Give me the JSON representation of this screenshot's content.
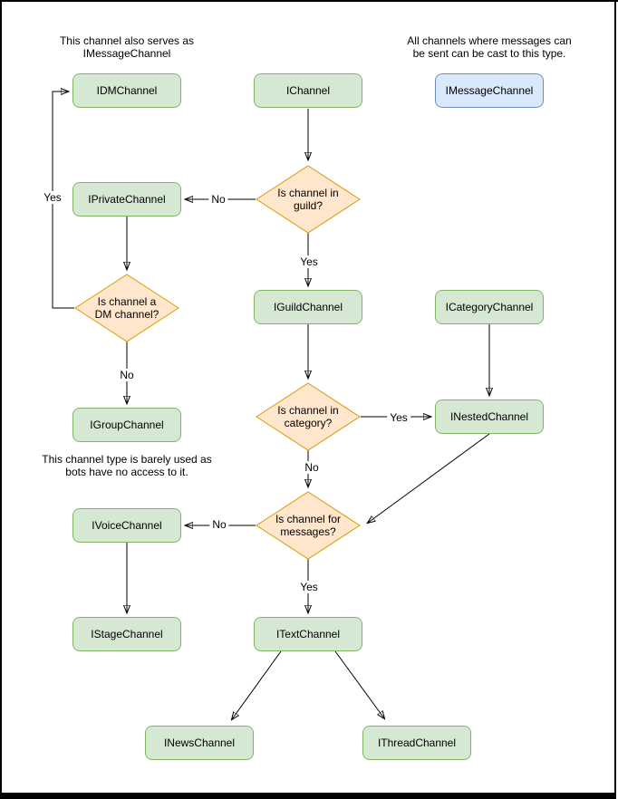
{
  "colors": {
    "node_green_fill": "#d5e8d4",
    "node_green_stroke": "#82b366",
    "node_blue_fill": "#dae8fc",
    "node_blue_stroke": "#6c8ebf",
    "decision_fill": "#ffe6cc",
    "decision_stroke": "#d79b00",
    "edge_color": "#000000"
  },
  "nodes": {
    "idm": {
      "label": "IDMChannel"
    },
    "ichannel": {
      "label": "IChannel"
    },
    "imessage": {
      "label": "IMessageChannel"
    },
    "iprivate": {
      "label": "IPrivateChannel"
    },
    "iguild": {
      "label": "IGuildChannel"
    },
    "icategory": {
      "label": "ICategoryChannel"
    },
    "igroup": {
      "label": "IGroupChannel"
    },
    "inested": {
      "label": "INestedChannel"
    },
    "ivoice": {
      "label": "IVoiceChannel"
    },
    "istage": {
      "label": "IStageChannel"
    },
    "itext": {
      "label": "ITextChannel"
    },
    "inews": {
      "label": "INewsChannel"
    },
    "ithread": {
      "label": "IThreadChannel"
    }
  },
  "decisions": {
    "in_guild": {
      "label": "Is channel in guild?"
    },
    "is_dm": {
      "label": "Is channel a DM channel?"
    },
    "in_category": {
      "label": "Is channel in category?"
    },
    "for_messages": {
      "label": "Is channel for messages?"
    }
  },
  "notes": {
    "dm_note": {
      "line1": "This channel also serves as",
      "line2": "IMessageChannel"
    },
    "message_note": {
      "line1": "All channels where messages can",
      "line2": "be sent can be cast to this type."
    },
    "group_note": {
      "line1": "This channel type is barely used as",
      "line2": "bots have no access to it."
    }
  },
  "edge_labels": {
    "dm_yes": "Yes",
    "guild_no": "No",
    "guild_yes": "Yes",
    "dm_no": "No",
    "category_yes": "Yes",
    "category_no": "No",
    "messages_no": "No",
    "messages_yes": "Yes"
  }
}
